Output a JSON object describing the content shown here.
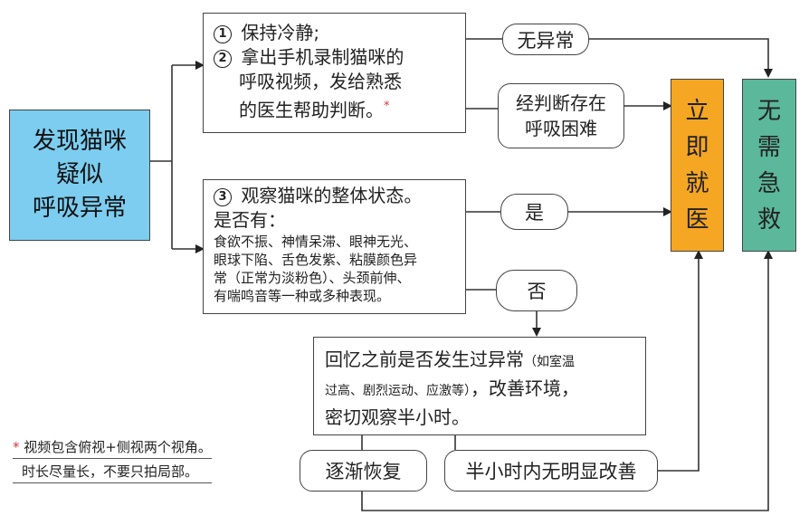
{
  "start": {
    "lines": [
      "发现猫咪",
      "疑似",
      "呼吸异常"
    ],
    "color": "#7ccdf0"
  },
  "step12": {
    "marker1": "1",
    "line1": "保持冷静;",
    "marker2": "2",
    "lines2": [
      "拿出手机录制猫咪的",
      "呼吸视频，发给熟悉",
      "的医生帮助判断。"
    ],
    "star": "*"
  },
  "step3": {
    "marker": "3",
    "title": "观察猫咪的整体状态。",
    "subtitle": "是否有：",
    "symptoms": [
      "食欲不振、神情呆滞、眼神无光、",
      "眼球下陷、舌色发紫、粘膜颜色异",
      "常（正常为淡粉色）、头颈前伸、",
      "有喘鸣音等一种或多种表现。"
    ]
  },
  "labels": {
    "normal": "无异常",
    "difficulty": [
      "经判断存在",
      "呼吸困难"
    ],
    "yes": "是",
    "no": "否"
  },
  "vet": {
    "text": "立即就医",
    "color": "#f5a623"
  },
  "noemergency": {
    "text": "无需急救",
    "color": "#5bb89a"
  },
  "recall": {
    "line1_main": "回忆之前是否发生过异常",
    "line1_small": "（如室温",
    "line2_small": "过高、剧烈运动、应激等）",
    "line2_main": "，改善环境，",
    "line3": "密切观察半小时。"
  },
  "recover": "逐渐恢复",
  "noimprove": "半小时内无明显改善",
  "note": {
    "star": "*",
    "line1": "视频包含俯视+侧视两个视角。",
    "line2": "时长尽量长，不要只拍局部。"
  },
  "colors": {
    "line": "#333333",
    "border": "#444444",
    "note_star": "#d9363e"
  }
}
